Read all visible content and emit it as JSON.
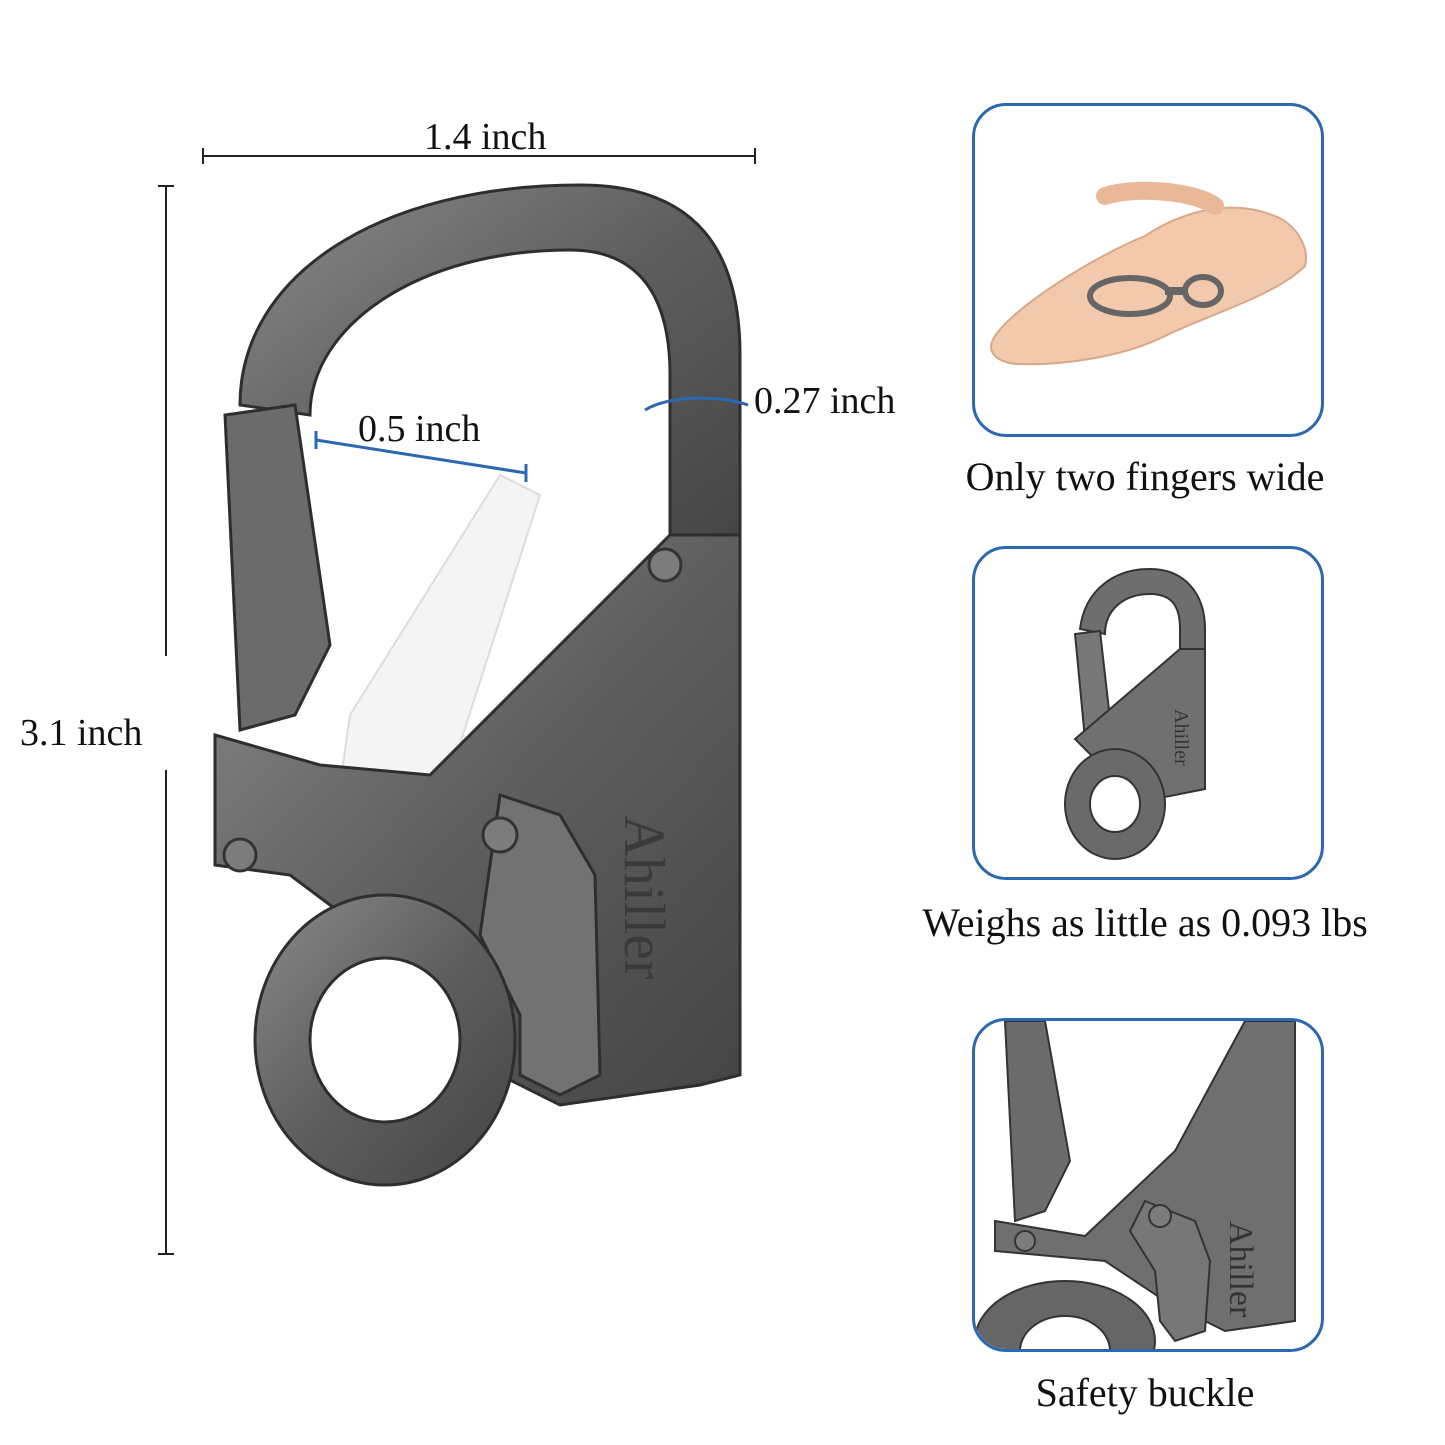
{
  "product": {
    "brand_engraving": "Ahiller",
    "dimensions": {
      "width": "1.4 inch",
      "height": "3.1 inch",
      "gate_opening": "0.5 inch",
      "wire_thickness": "0.27 inch"
    }
  },
  "features": [
    {
      "caption": "Only two fingers wide",
      "image": "hand-holding-snap-hook"
    },
    {
      "caption": "Weighs as little as 0.093 lbs",
      "image": "snap-hook-small"
    },
    {
      "caption": "Safety buckle",
      "image": "snap-hook-closeup"
    }
  ],
  "colors": {
    "metal": "#6f6f6f",
    "metal_dark": "#3d3d3d",
    "accent_blue": "#2b68b0",
    "dimension_line": "#222222"
  }
}
